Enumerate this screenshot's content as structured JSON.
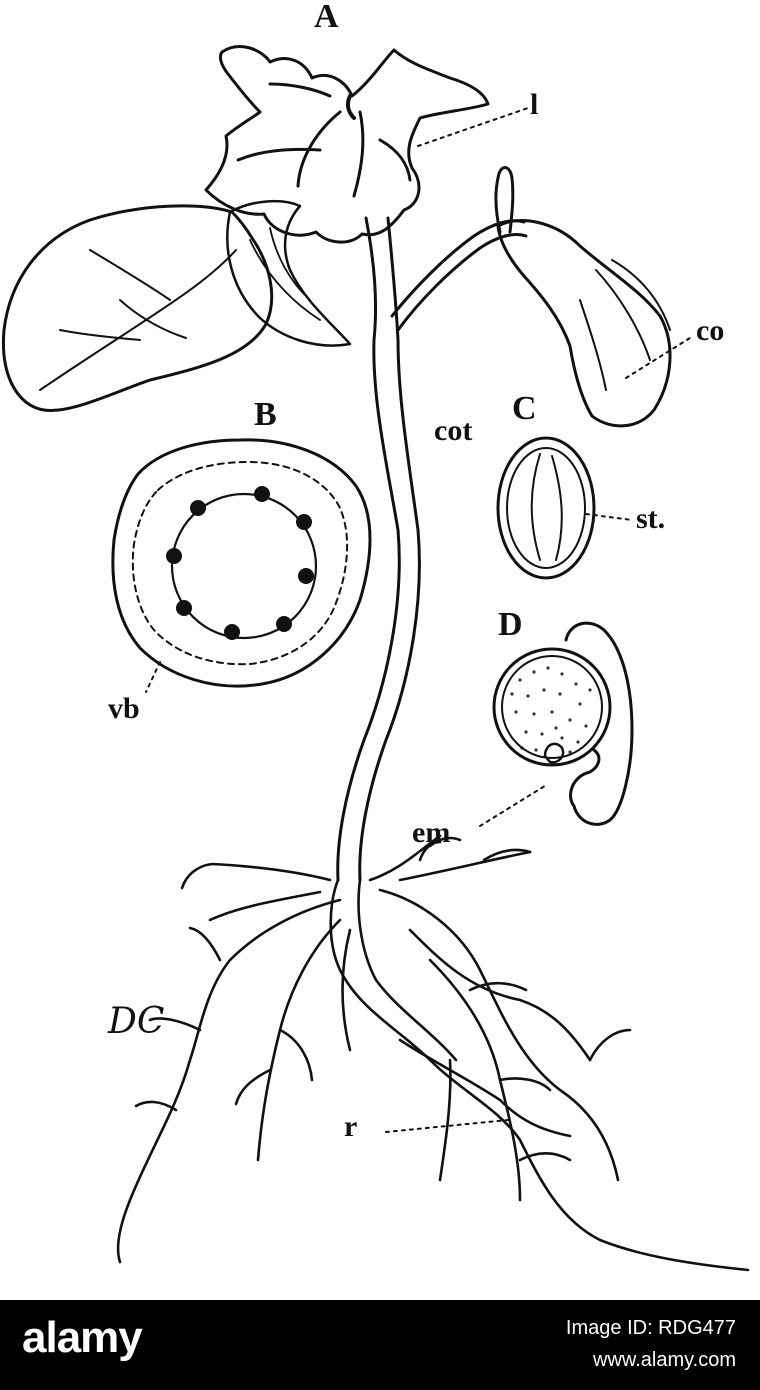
{
  "figure": {
    "letters": {
      "a": "A",
      "b": "B",
      "c": "C",
      "d": "D"
    },
    "parts": {
      "leaves": "l",
      "cotyledon": "co",
      "stem": "cot",
      "seed_coat": "st.",
      "vascular_bundle": "vb",
      "embryo": "em",
      "roots": "r"
    },
    "signature": "DC"
  },
  "footer": {
    "brand": "alamy",
    "image_id": "Image ID: RDG477",
    "site": "www.alamy.com"
  },
  "colors": {
    "ink": "#111111",
    "paper": "#ffffff",
    "footer_bg": "#000000",
    "footer_text": "#ffffff"
  }
}
